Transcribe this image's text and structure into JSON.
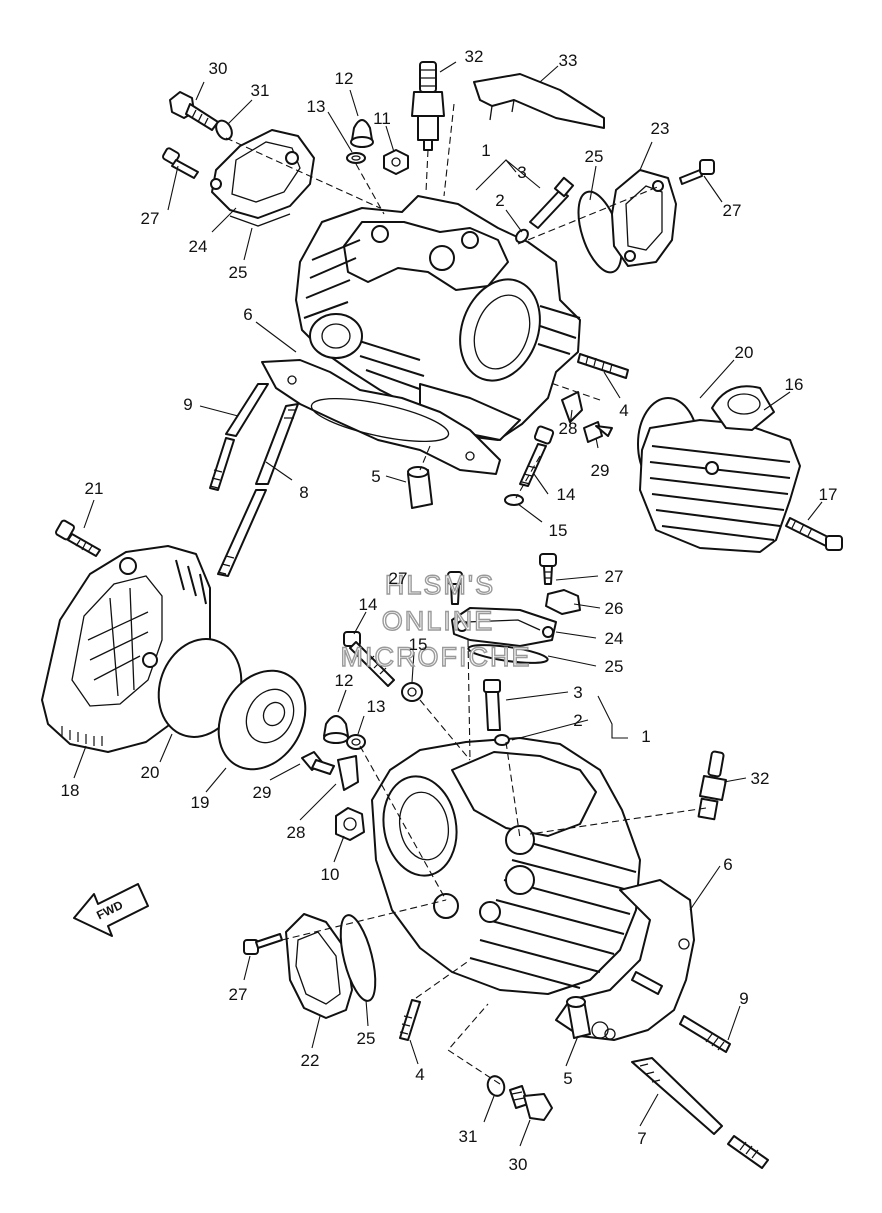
{
  "watermark": {
    "line1": "HLSM'S",
    "line2": "ONLINE",
    "line3": "MICROFICHE"
  },
  "direction_badge": "FWD",
  "callouts": [
    {
      "text": "30"
    },
    {
      "text": "31"
    },
    {
      "text": "32"
    },
    {
      "text": "33"
    },
    {
      "text": "12"
    },
    {
      "text": "13"
    },
    {
      "text": "11"
    },
    {
      "text": "1"
    },
    {
      "text": "3"
    },
    {
      "text": "2"
    },
    {
      "text": "25"
    },
    {
      "text": "23"
    },
    {
      "text": "27"
    },
    {
      "text": "27"
    },
    {
      "text": "24"
    },
    {
      "text": "25"
    },
    {
      "text": "6"
    },
    {
      "text": "9"
    },
    {
      "text": "8"
    },
    {
      "text": "5"
    },
    {
      "text": "4"
    },
    {
      "text": "28"
    },
    {
      "text": "29"
    },
    {
      "text": "14"
    },
    {
      "text": "15"
    },
    {
      "text": "20"
    },
    {
      "text": "16"
    },
    {
      "text": "17"
    },
    {
      "text": "21"
    },
    {
      "text": "27"
    },
    {
      "text": "27"
    },
    {
      "text": "26"
    },
    {
      "text": "24"
    },
    {
      "text": "25"
    },
    {
      "text": "14"
    },
    {
      "text": "15"
    },
    {
      "text": "12"
    },
    {
      "text": "13"
    },
    {
      "text": "3"
    },
    {
      "text": "2"
    },
    {
      "text": "1"
    },
    {
      "text": "32"
    },
    {
      "text": "20"
    },
    {
      "text": "19"
    },
    {
      "text": "18"
    },
    {
      "text": "29"
    },
    {
      "text": "28"
    },
    {
      "text": "10"
    },
    {
      "text": "6"
    },
    {
      "text": "27"
    },
    {
      "text": "22"
    },
    {
      "text": "25"
    },
    {
      "text": "4"
    },
    {
      "text": "9"
    },
    {
      "text": "5"
    },
    {
      "text": "31"
    },
    {
      "text": "30"
    },
    {
      "text": "7"
    }
  ]
}
